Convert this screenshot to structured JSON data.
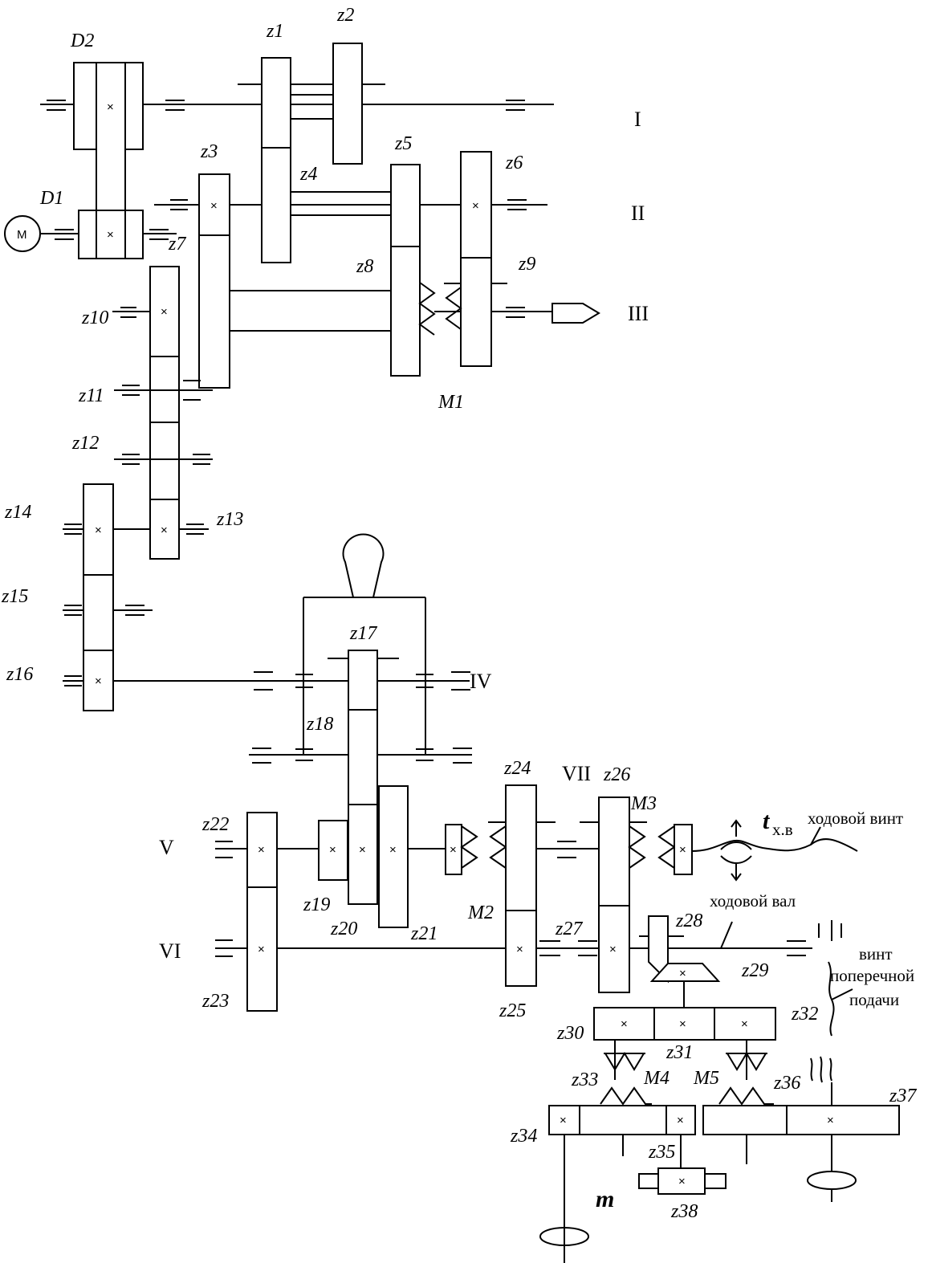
{
  "motor": {
    "symbol": "M"
  },
  "shafts": {
    "I": "I",
    "II": "II",
    "III": "III",
    "IV": "IV",
    "V": "V",
    "VI": "VI",
    "VII": "VII"
  },
  "gears": {
    "z1": "z1",
    "z2": "z2",
    "z3": "z3",
    "z4": "z4",
    "z5": "z5",
    "z6": "z6",
    "z7": "z7",
    "z8": "z8",
    "z9": "z9",
    "z10": "z10",
    "z11": "z11",
    "z12": "z12",
    "z13": "z13",
    "z14": "z14",
    "z15": "z15",
    "z16": "z16",
    "z17": "z17",
    "z18": "z18",
    "z19": "z19",
    "z20": "z20",
    "z21": "z21",
    "z22": "z22",
    "z23": "z23",
    "z24": "z24",
    "z25": "z25",
    "z26": "z26",
    "z27": "z27",
    "z28": "z28",
    "z29": "z29",
    "z30": "z30",
    "z31": "z31",
    "z32": "z32",
    "z33": "z33",
    "z34": "z34",
    "z35": "z35",
    "z36": "z36",
    "z37": "z37",
    "z38": "z38"
  },
  "pulleys": {
    "d1": "D1",
    "d2": "D2"
  },
  "clutches": {
    "m1": "M1",
    "m2": "M2",
    "m3": "M3",
    "m4": "M4",
    "m5": "M5"
  },
  "annotations": {
    "lead_screw_symbol": "t",
    "lead_screw_subscript": "х.в",
    "lead_screw": "ходовой винт",
    "feed_shaft": "ходовой вал",
    "cross_screw_line1": "винт",
    "cross_screw_line2": "поперечной",
    "cross_screw_line3": "подачи",
    "m_label": "m"
  }
}
